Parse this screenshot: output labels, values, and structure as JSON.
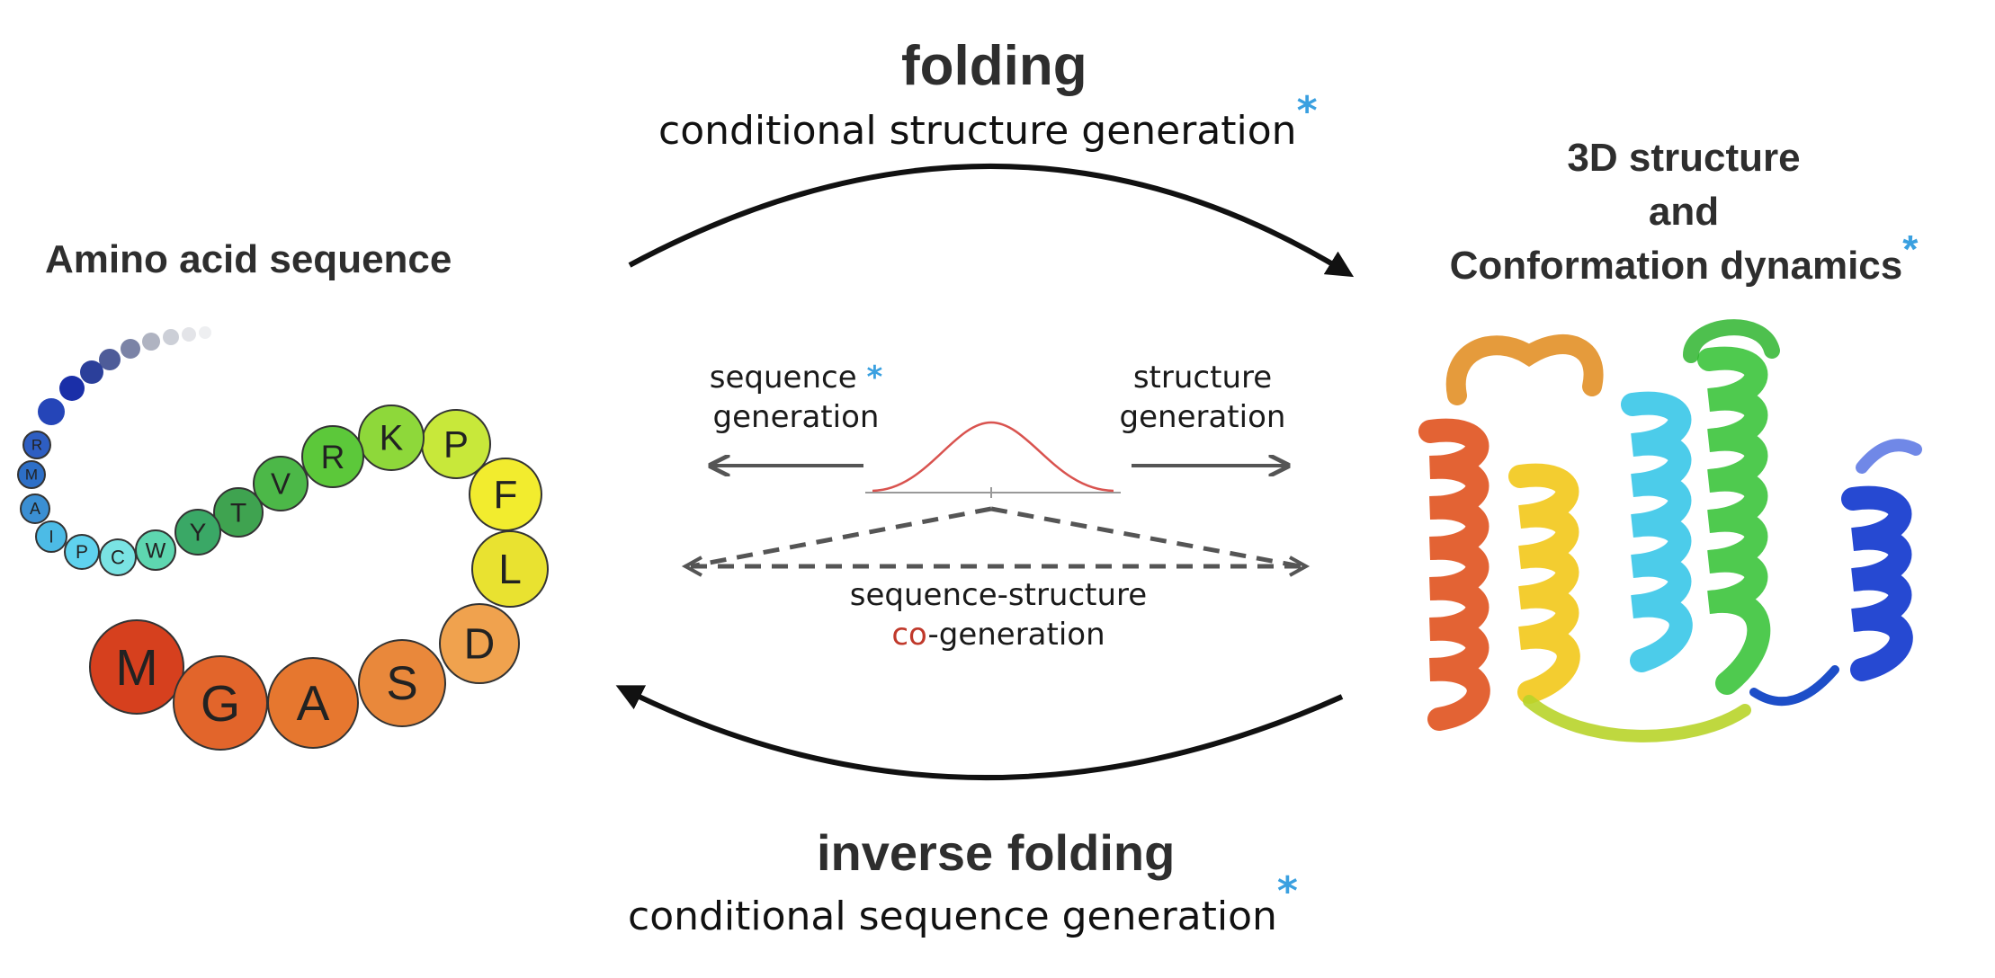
{
  "top": {
    "title": "folding",
    "subtitle": "conditional structure generation",
    "star": "*"
  },
  "bottom": {
    "title": "inverse folding",
    "subtitle": "conditional sequence generation",
    "star": "*"
  },
  "left": {
    "title": "Amino acid sequence",
    "residues_large": [
      "M",
      "G",
      "A",
      "S",
      "D",
      "L",
      "F",
      "P",
      "K",
      "R",
      "V",
      "T",
      "Y",
      "W",
      "C",
      "P",
      "I",
      "A",
      "M",
      "R"
    ]
  },
  "right": {
    "line1": "3D structure",
    "line2": "and",
    "line3": "Conformation dynamics",
    "star": "*"
  },
  "center": {
    "seq_gen_line1": "sequence",
    "seq_gen_line2": "generation",
    "seq_star": "*",
    "struct_gen_line1": "structure",
    "struct_gen_line2": "generation",
    "cogen_line1": "sequence-structure",
    "cogen_co": "co",
    "cogen_rest": "-generation"
  },
  "colors": {
    "accent_star": "#3aa0e0",
    "co_red": "#c0392b",
    "arrow": "#111111",
    "dash": "#555555",
    "gauss": "#d9534f"
  }
}
